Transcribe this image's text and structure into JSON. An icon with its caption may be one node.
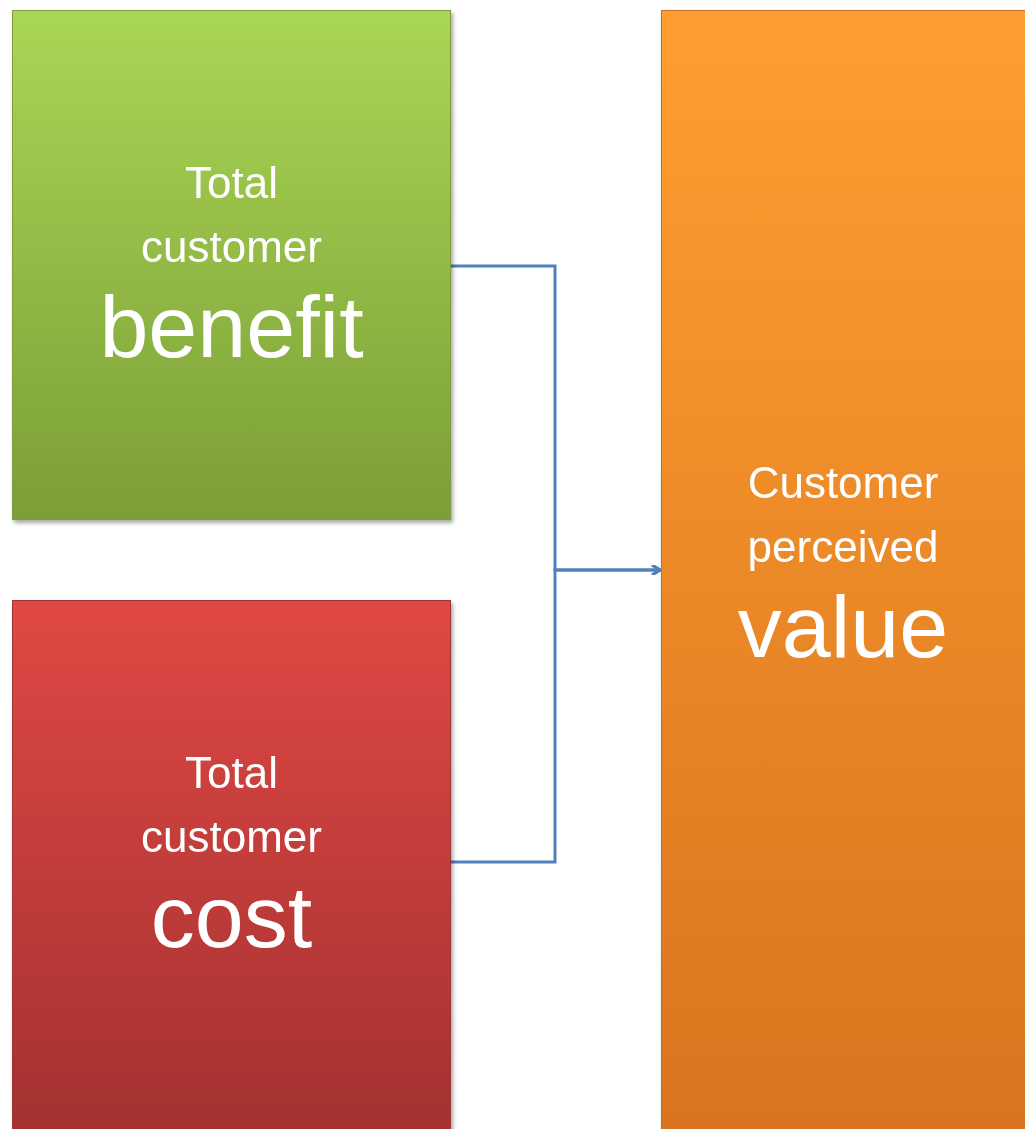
{
  "diagram": {
    "nodes": [
      {
        "text": [
          "Total customer",
          "benefit"
        ]
      },
      {
        "text": [
          "Total customer",
          "cost"
        ]
      },
      {
        "text": [
          "Customer perceived",
          "value"
        ]
      }
    ],
    "edges": [
      {
        "from": 0,
        "to": 2,
        "arrow": "to"
      },
      {
        "from": 1,
        "to": 2,
        "arrow": "to"
      }
    ]
  }
}
